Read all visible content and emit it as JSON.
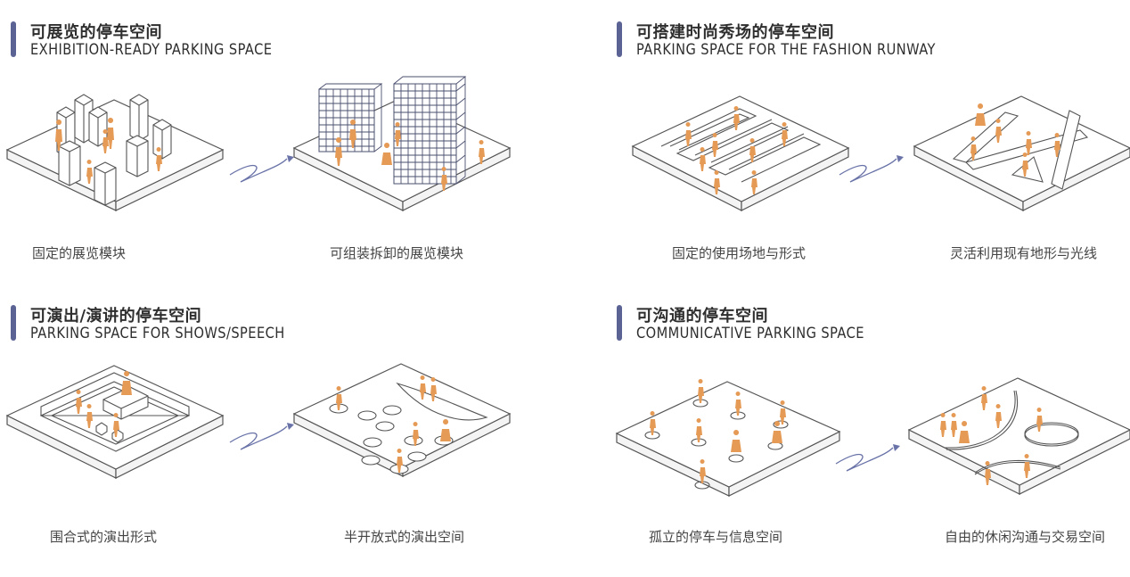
{
  "sections": [
    {
      "title_zh": "可展览的停车空间",
      "title_en": "EXHIBITION-READY PARKING SPACE",
      "caption_left": "固定的展览模块",
      "caption_right": "可组装拆卸的展览模块"
    },
    {
      "title_zh": "可搭建时尚秀场的停车空间",
      "title_en": "PARKING SPACE FOR THE FASHION RUNWAY",
      "caption_left": "固定的使用场地与形式",
      "caption_right": "灵活利用现有地形与光线"
    },
    {
      "title_zh": "可演出/演讲的停车空间",
      "title_en": "PARKING SPACE FOR SHOWS/SPEECH",
      "caption_left": "围合式的演出形式",
      "caption_right": "半开放式的演出空间"
    },
    {
      "title_zh": "可沟通的停车空间",
      "title_en": "COMMUNICATIVE PARKING SPACE",
      "caption_left": "孤立的停车与信息空间",
      "caption_right": "自由的休闲沟通与交易空间"
    }
  ],
  "colors": {
    "accent_bar": "#5b6395",
    "figure": "#e59a55",
    "arrow": "#6a73a8",
    "outline": "#555555"
  },
  "icons": {
    "transition": "squiggle-arrow-icon",
    "people": "person-figure-icon"
  }
}
